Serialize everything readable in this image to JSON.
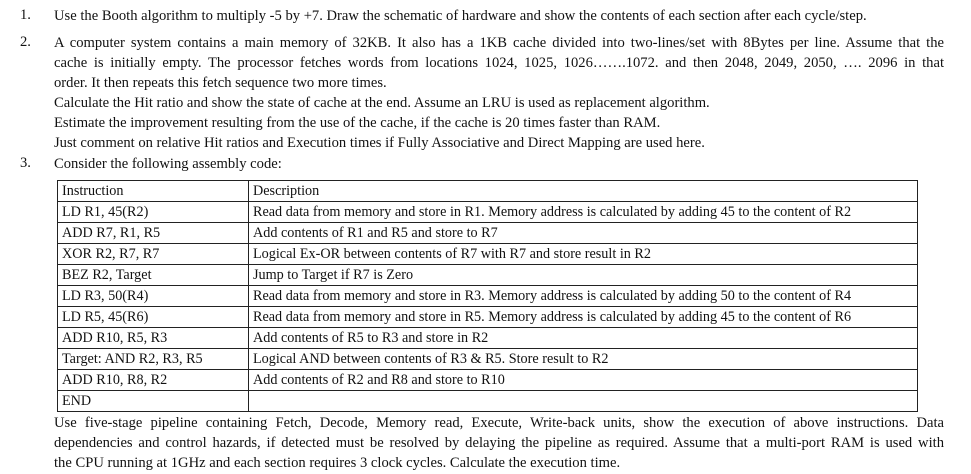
{
  "questions": [
    {
      "number": "1.",
      "lines": [
        "Use the Booth algorithm to multiply -5 by +7. Draw the schematic of hardware and show the contents of each section after each cycle/step."
      ]
    },
    {
      "number": "2.",
      "lines": [
        "A computer system contains a main memory of 32KB. It also has a 1KB cache divided into two-lines/set with 8Bytes per line. Assume that the",
        "cache is initially empty. The processor fetches words from locations 1024, 1025, 1026…….1072. and then 2048, 2049, 2050, …. 2096 in that",
        "order. It then repeats this fetch sequence two more times.",
        "Calculate the Hit ratio and show the state of cache at the end. Assume an LRU is used as replacement algorithm.",
        "Estimate the improvement resulting from the use of the cache, if the cache is 20 times faster than RAM.",
        "Just comment on relative Hit ratios and Execution times if Fully Associative and Direct Mapping are used here."
      ]
    },
    {
      "number": "3.",
      "intro": "Consider the following assembly code:",
      "table": {
        "headers": [
          "Instruction",
          "Description"
        ],
        "rows": [
          [
            "LD R1, 45(R2)",
            "Read data from memory and store in R1. Memory address is calculated by adding 45 to the content of R2"
          ],
          [
            "ADD R7, R1, R5",
            "Add contents of R1 and R5 and store to R7"
          ],
          [
            "XOR R2, R7, R7",
            "Logical Ex-OR between contents of R7 with R7 and store result in R2"
          ],
          [
            "BEZ R2, Target",
            "Jump to Target if R7 is Zero"
          ],
          [
            "LD R3, 50(R4)",
            "Read data from memory and store in R3. Memory address is calculated by adding 50 to the content of R4"
          ],
          [
            "LD R5, 45(R6)",
            "Read data from memory and store in R5. Memory address is calculated by adding 45 to the content of R6"
          ],
          [
            "ADD R10, R5, R3",
            "Add contents of R5 to R3 and store in R2"
          ],
          [
            "Target: AND R2, R3, R5",
            "Logical AND between contents of R3 & R5. Store result to R2"
          ],
          [
            "ADD R10, R8, R2",
            "Add contents of R2 and R8 and store to R10"
          ],
          [
            "END",
            ""
          ]
        ]
      },
      "after_lines": [
        "Use five-stage pipeline containing Fetch, Decode, Memory read, Execute, Write-back units, show the execution of above instructions. Data",
        "dependencies and control hazards, if detected must be resolved by delaying the pipeline as required. Assume that a multi-port RAM is used with",
        "the CPU running at 1GHz and each section requires 3 clock cycles. Calculate the execution time."
      ]
    }
  ]
}
